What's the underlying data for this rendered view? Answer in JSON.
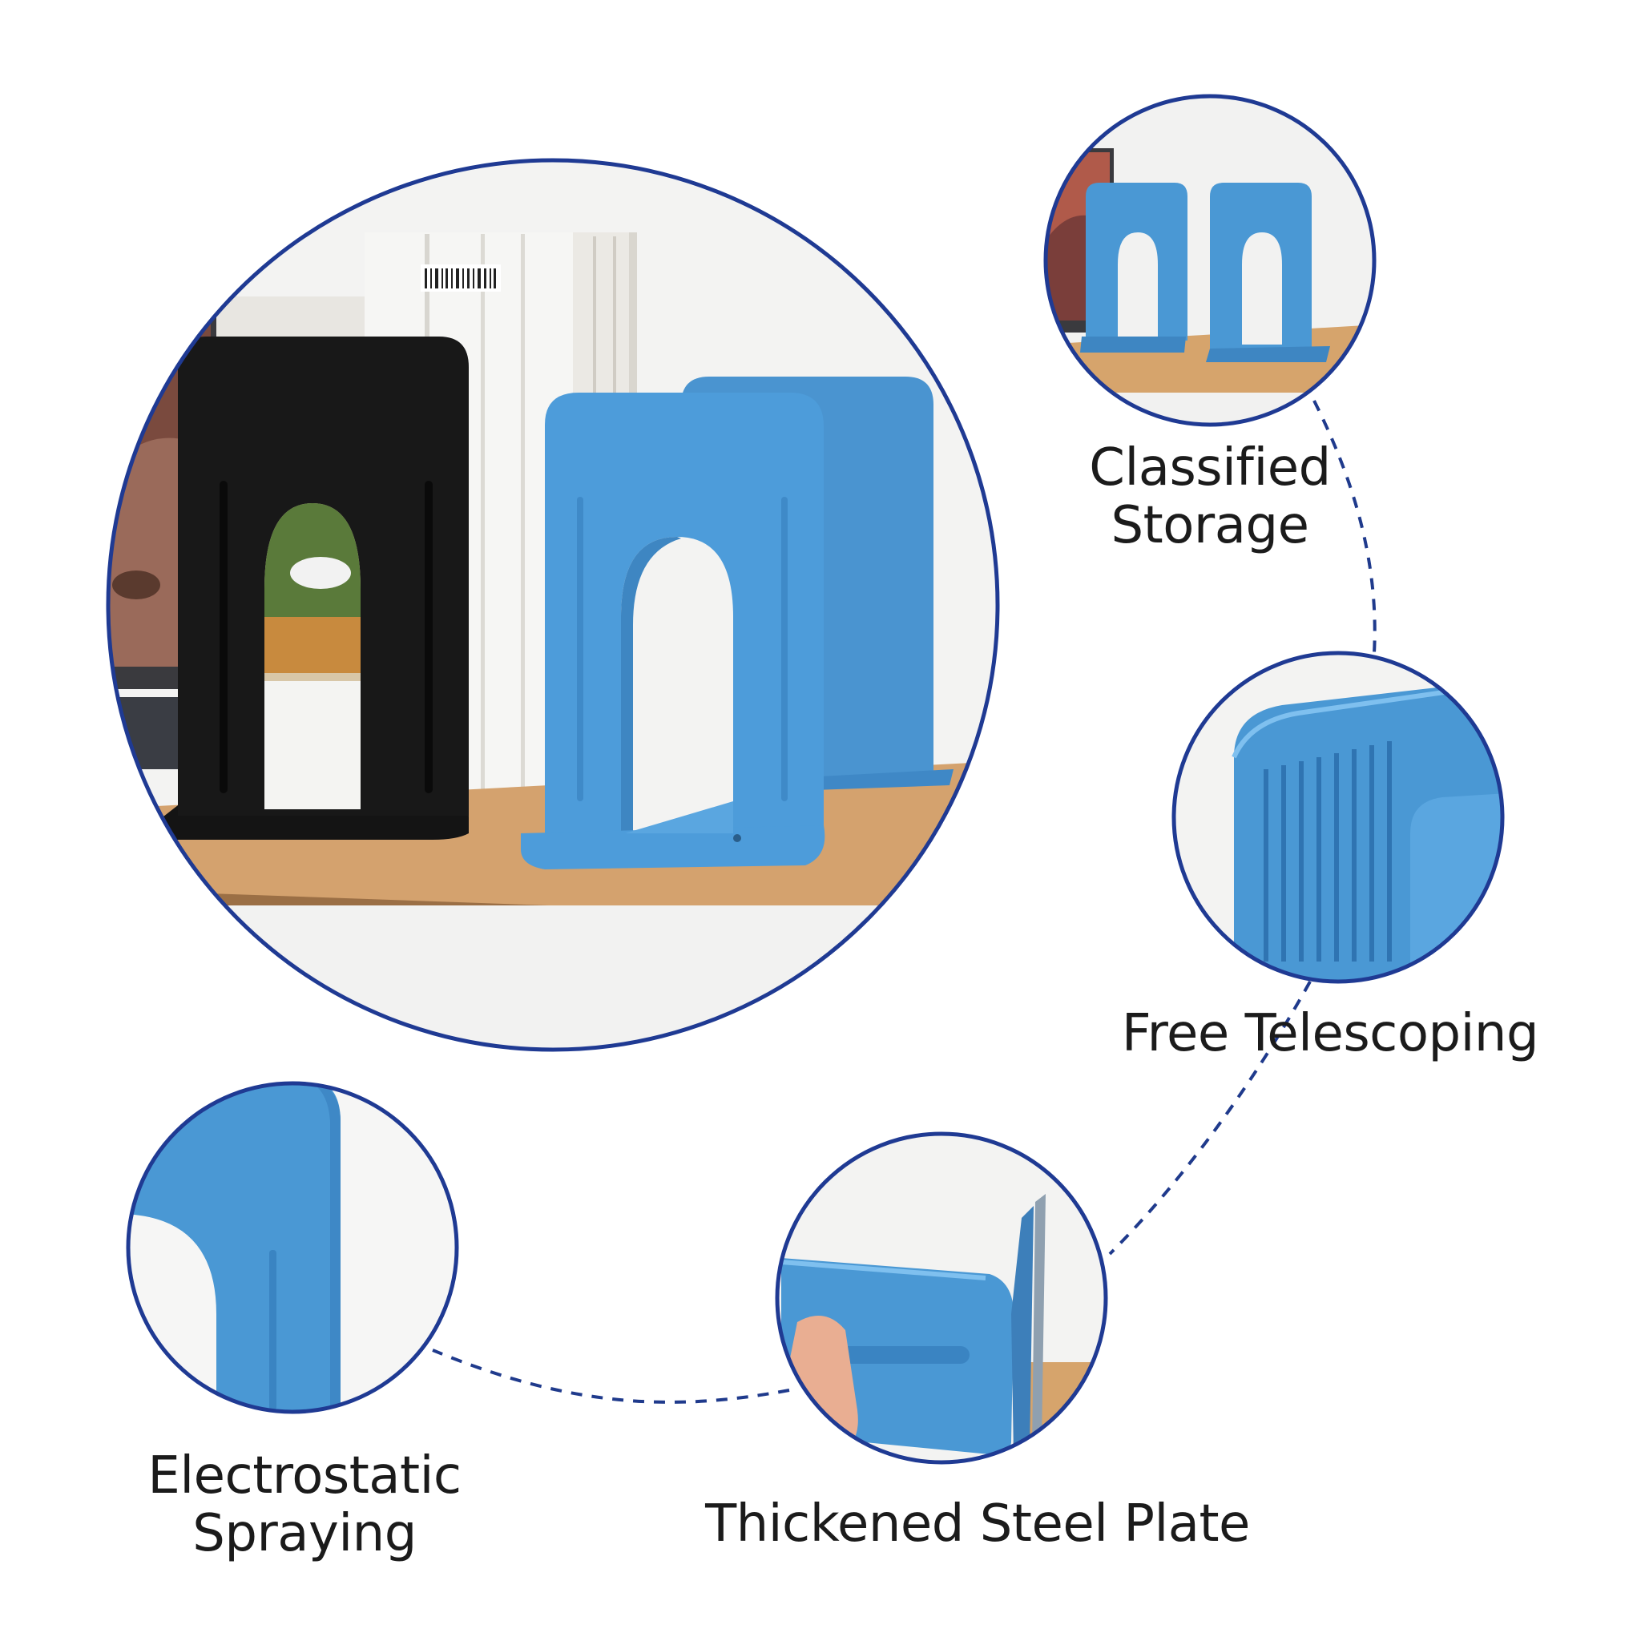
{
  "features": [
    {
      "id": "classified",
      "lines": [
        "Classified",
        "Storage"
      ]
    },
    {
      "id": "telescoping",
      "lines": [
        "Free Telescoping"
      ]
    },
    {
      "id": "spraying",
      "lines": [
        "Electrostatic",
        "Spraying"
      ]
    },
    {
      "id": "steel",
      "lines": [
        "Thickened Steel Plate"
      ]
    }
  ],
  "colors": {
    "ring": "#1f3a93",
    "bookend_blue": "#4a9ad8",
    "bookend_black": "#141414",
    "wood": "#d4a26e",
    "dash": "#1f3a8c"
  }
}
